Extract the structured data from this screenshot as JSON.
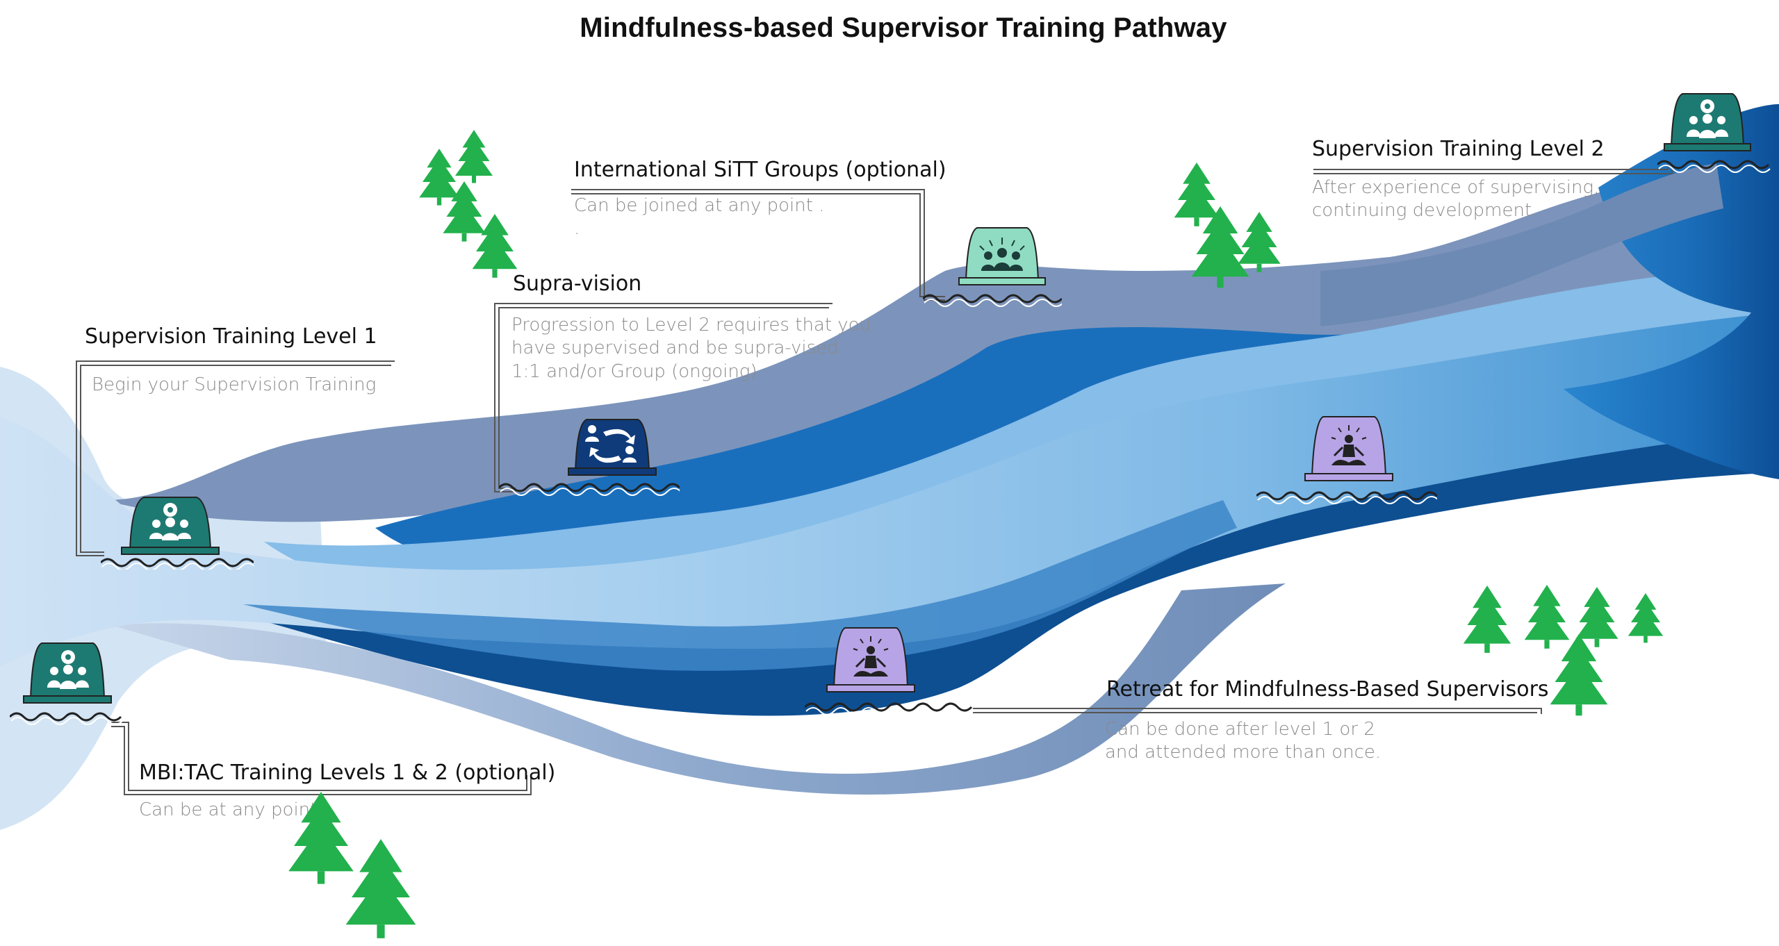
{
  "title": "Mindfulness-based Supervisor Training Pathway",
  "colors": {
    "teal": "#1d7a72",
    "navy": "#0f3b7a",
    "mint": "#8fdcc2",
    "lavender": "#b7a4e6",
    "river_light": "#9cc9ec",
    "river_mid": "#2f86cc",
    "river_dark": "#0c5ea8",
    "river_slate": "#7d95bb",
    "tree": "#22b14c"
  },
  "stations": [
    {
      "id": "sup1",
      "label": "Supervision Training Level 1",
      "desc": "Begin your Supervision Training",
      "icon": "group-gear-icon"
    },
    {
      "id": "supra",
      "label": "Supra-vision",
      "desc": "Progression to Level 2 requires that you\nhave supervised and be supra-vised\n1:1 and/or Group (ongoing)",
      "icon": "exchange-people-icon"
    },
    {
      "id": "sitt",
      "label": "International SiTT Groups (optional)",
      "desc": "Can be joined at any point .\n.",
      "icon": "group-sun-icon"
    },
    {
      "id": "sup2",
      "label": "Supervision Training Level 2",
      "desc": "After experience of supervising,\ncontinuing development.",
      "icon": "group-gear-icon"
    },
    {
      "id": "retreat",
      "label": "Retreat for Mindfulness-Based Supervisors",
      "desc": "Can be done after level 1 or 2\nand attended more than once.",
      "icon": "meditation-icon"
    },
    {
      "id": "mbitac",
      "label": "MBI:TAC Training Levels 1 & 2 (optional)",
      "desc": "Can be at any point",
      "icon": "group-gear-icon"
    }
  ]
}
